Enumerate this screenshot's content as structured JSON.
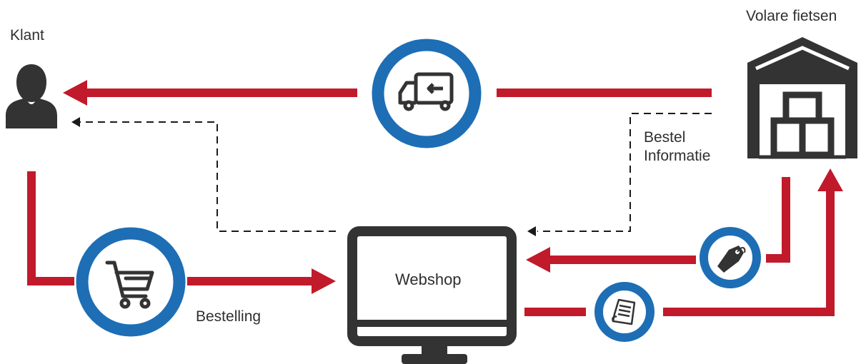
{
  "labels": {
    "customer": "Klant",
    "supplier": "Volare fietsen",
    "order_info_line1": "Bestel",
    "order_info_line2": "Informatie",
    "order": "Bestelling",
    "webshop": "Webshop"
  },
  "colors": {
    "flow_arrow": "#c11a2b",
    "icon_ring": "#1d6eb5",
    "icon_dark": "#333333",
    "dashed_line": "#1a1a1a",
    "background": "#ffffff"
  },
  "icons": {
    "customer": "person-icon",
    "supplier": "warehouse-icon",
    "delivery": "delivery-truck-icon",
    "cart": "shopping-cart-icon",
    "webshop": "monitor-icon",
    "price": "price-tag-icon",
    "document": "document-icon"
  }
}
